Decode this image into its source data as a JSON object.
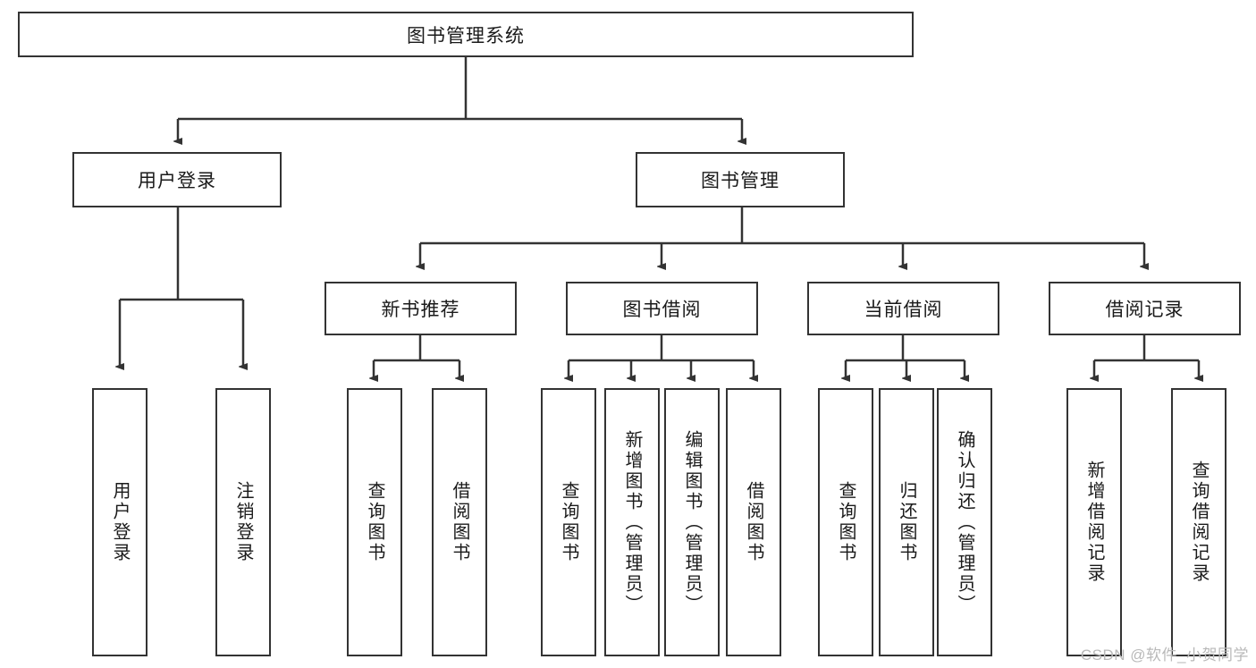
{
  "diagram": {
    "title_node": {
      "label": "图书管理系统"
    },
    "level2": [
      {
        "label": "用户登录"
      },
      {
        "label": "图书管理"
      }
    ],
    "level3": [
      {
        "label": "新书推荐"
      },
      {
        "label": "图书借阅"
      },
      {
        "label": "当前借阅"
      },
      {
        "label": "借阅记录"
      }
    ],
    "leaves": [
      {
        "label": "用户登录"
      },
      {
        "label": "注销登录"
      },
      {
        "label": "查询图书"
      },
      {
        "label": "借阅图书"
      },
      {
        "label": "查询图书"
      },
      {
        "label": "新增图书（管理员）"
      },
      {
        "label": "编辑图书（管理员）"
      },
      {
        "label": "借阅图书"
      },
      {
        "label": "查询图书"
      },
      {
        "label": "归还图书"
      },
      {
        "label": "确认归还（管理员）"
      },
      {
        "label": "新增借阅记录"
      },
      {
        "label": "查询借阅记录"
      }
    ],
    "watermark": "CSDN @软件_小贺同学",
    "colors": {
      "stroke": "#333333",
      "background": "#ffffff",
      "text": "#1a1a1a",
      "watermark": "#b9b9b9"
    }
  }
}
